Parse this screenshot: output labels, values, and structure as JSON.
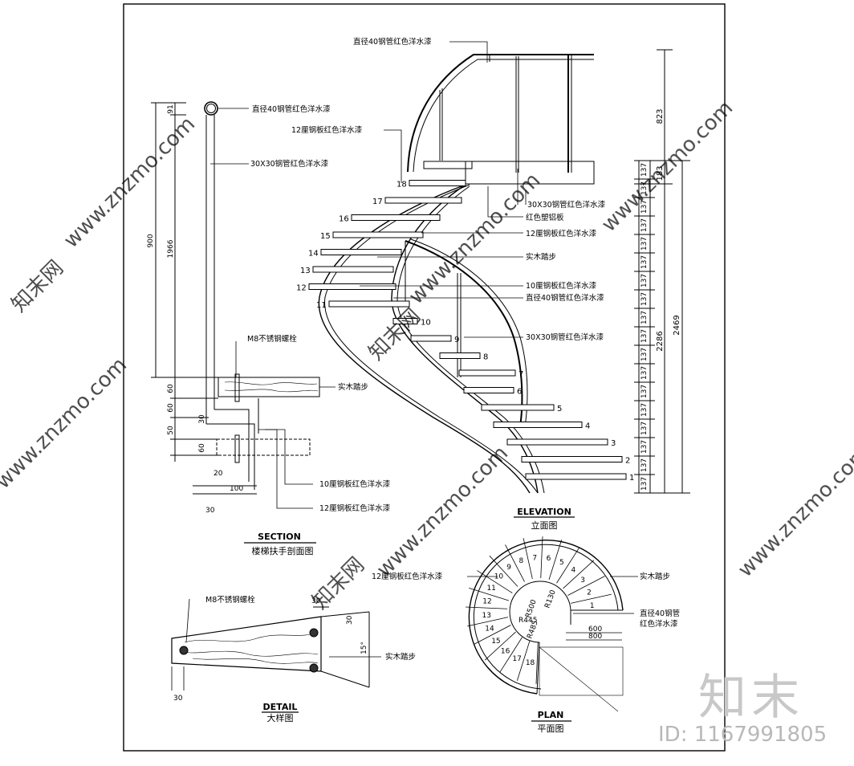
{
  "elevation": {
    "title": "ELEVATION",
    "subtitle": "立面图",
    "step_numbers": [
      "1",
      "2",
      "3",
      "4",
      "5",
      "6",
      "7",
      "8",
      "9",
      "10",
      "11",
      "12",
      "13",
      "14",
      "15",
      "16",
      "17",
      "18"
    ],
    "callouts": {
      "top_rail": "直径40钢管红色洋水漆",
      "baluster_top": "30X30钢管红色洋水漆",
      "red_panel": "红色塑铝板",
      "stringer_12": "12厘钢板红色洋水漆",
      "tread": "实木踏步",
      "plate_10": "10厘钢板红色洋水漆",
      "pipe_40": "直径40钢管红色洋水漆",
      "baluster_mid": "30X30钢管红色洋水漆",
      "stringer_left": "12厘钢板红色洋水漆"
    },
    "riser": "137",
    "dims": {
      "top": "823",
      "mid": "183",
      "total_a": "2286",
      "total_b": "2469"
    }
  },
  "section": {
    "title": "SECTION",
    "subtitle": "楼梯扶手剖面图",
    "callouts": {
      "pipe": "直径40钢管红色洋水漆",
      "baluster": "30X30钢管红色洋水漆",
      "bolt": "M8不锈钢螺栓",
      "tread": "实木踏步",
      "plate_10": "10厘钢板红色洋水漆",
      "plate_12": "12厘钢板红色洋水漆"
    },
    "dims": {
      "d91": "91",
      "d900": "900",
      "d1966": "1966",
      "d60a": "60",
      "d60b": "60",
      "d50": "50",
      "d60c": "60",
      "d30": "30",
      "d20": "20",
      "d100": "100",
      "d30b": "30"
    }
  },
  "plan": {
    "title": "PLAN",
    "subtitle": "平面图",
    "callouts": {
      "plate": "12厘钢板红色洋水漆",
      "tread": "实木踏步",
      "pipe_l1": "直径40钢管",
      "pipe_l2": "红色洋水漆"
    },
    "radii": {
      "r130": "R130",
      "r500": "R500",
      "r485": "R485",
      "r445": "R445"
    },
    "dims": {
      "d600": "600",
      "d800": "800"
    },
    "step_numbers": [
      "1",
      "2",
      "3",
      "4",
      "5",
      "6",
      "7",
      "8",
      "9",
      "10",
      "11",
      "12",
      "13",
      "14",
      "15",
      "16",
      "17",
      "18"
    ]
  },
  "detail": {
    "title": "DETAIL",
    "subtitle": "大样图",
    "callouts": {
      "bolt": "M8不锈钢螺栓",
      "tread": "实木踏步"
    },
    "dims": {
      "d30a": "30",
      "d30b": "30",
      "angle": "15°",
      "d30c": "30"
    }
  },
  "watermarks": {
    "site": "www.znzmo.com",
    "logo": "知末网"
  },
  "brand": {
    "logo": "知末",
    "id": "ID: 1167991805"
  }
}
